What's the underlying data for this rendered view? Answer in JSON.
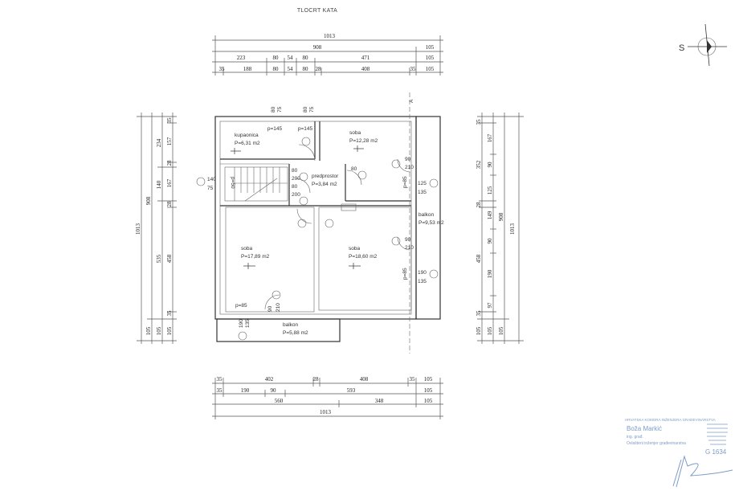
{
  "title": "TLOCRT KATA",
  "compass": {
    "label": "S"
  },
  "dims_top": {
    "r1": [
      "1013"
    ],
    "r2": [
      "908",
      "105"
    ],
    "r3": [
      "223",
      "80",
      "54",
      "80",
      "471",
      "105"
    ],
    "r4": [
      "35",
      "188",
      "80",
      "54",
      "80",
      "28",
      "408",
      "35",
      "105"
    ]
  },
  "dims_left": {
    "c1": [
      "1013"
    ],
    "c2": [
      "908",
      "105"
    ],
    "c3": [
      "234",
      "140",
      "535",
      "105"
    ],
    "c4": [
      "35",
      "157",
      "28",
      "167",
      "28",
      "458",
      "35",
      "105"
    ]
  },
  "dims_right": {
    "c1": [
      "35",
      "352",
      "28",
      "458",
      "35",
      "105"
    ],
    "c2": [
      "167",
      "90",
      "125",
      "149",
      "90",
      "190",
      "97",
      "105"
    ],
    "c3": [
      "908",
      "105"
    ],
    "c4": [
      "1013"
    ]
  },
  "dims_bottom": {
    "r1": [
      "35",
      "402",
      "28",
      "408",
      "35",
      "105"
    ],
    "r2": [
      "35",
      "190",
      "90",
      "593",
      "105"
    ],
    "r3": [
      "560",
      "348",
      "105"
    ],
    "r4": [
      "1013"
    ]
  },
  "rooms": [
    {
      "name": "kupaonica",
      "area": "P=6,31 m2"
    },
    {
      "name": "soba",
      "area": "P=12,28 m2"
    },
    {
      "name": "predprostor",
      "area": "P=3,84 m2"
    },
    {
      "name": "soba",
      "area": "P=17,89 m2"
    },
    {
      "name": "soba",
      "area": "P=18,60 m2"
    },
    {
      "name": "balkon",
      "area": "P=9,53 m2"
    },
    {
      "name": "balkon",
      "area": "P=5,88 m2"
    }
  ],
  "openings": {
    "p145a": "p=145",
    "p145b": "p=145",
    "p50": "p=50",
    "p85a": "p=85",
    "p85b": "p=85",
    "p85c": "p=85",
    "w1": [
      "80",
      "75"
    ],
    "w2": [
      "80",
      "75"
    ],
    "w_left": [
      "140",
      "75"
    ],
    "w_r1": [
      "125",
      "135"
    ],
    "w_r2": [
      "190",
      "135"
    ],
    "w_b": [
      "190",
      "135"
    ],
    "d_hall": [
      "80",
      "200",
      "80",
      "200",
      "80"
    ],
    "d_r1": [
      "90",
      "210"
    ],
    "d_r2": [
      "90",
      "210"
    ],
    "d_b": [
      "90",
      "210"
    ],
    "section": "A"
  },
  "stamp": {
    "header": "HRVATSKA KOMORA INŽENJERA GRAĐEVINARSTVA",
    "name": "Boža Markić",
    "title": "ing. građ.",
    "role": "Ovlašteni inženjer građevinarstva",
    "number": "G 1634"
  }
}
